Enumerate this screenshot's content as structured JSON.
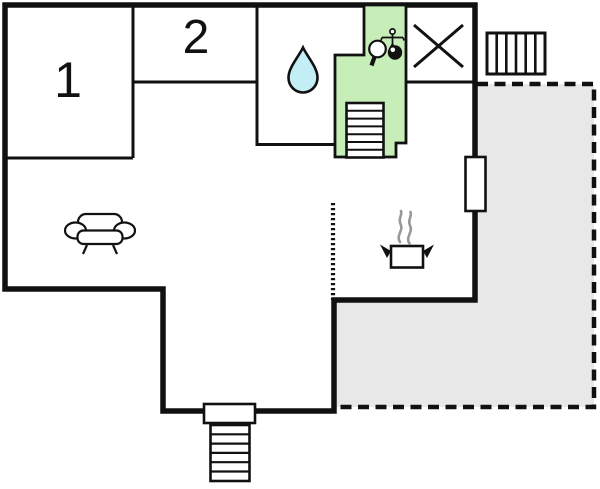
{
  "floor_plan": {
    "rooms": [
      {
        "name": "room-1",
        "label": "1"
      },
      {
        "name": "room-2",
        "label": "2"
      }
    ],
    "colors": {
      "wall_black": "#111111",
      "stairwell_green": "#c7edb9",
      "water_drop_cyan": "#c3eef6",
      "terrace_gray": "#e8e8e8",
      "steam_gray": "#999999",
      "background_white": "#ffffff"
    },
    "symbols": [
      "water-drop-icon",
      "hand-shower-icon",
      "ball-icon",
      "person-icon",
      "crossed-out-room-x-icon",
      "interior-staircase-icon",
      "exterior-staircase-icon",
      "entrance-door-icon",
      "terrace-door-icon",
      "sofa-icon",
      "cooking-pot-icon",
      "steam-icon",
      "grill-icon",
      "kitchen-divider-dotted-line",
      "terrace-dashed-area"
    ]
  }
}
